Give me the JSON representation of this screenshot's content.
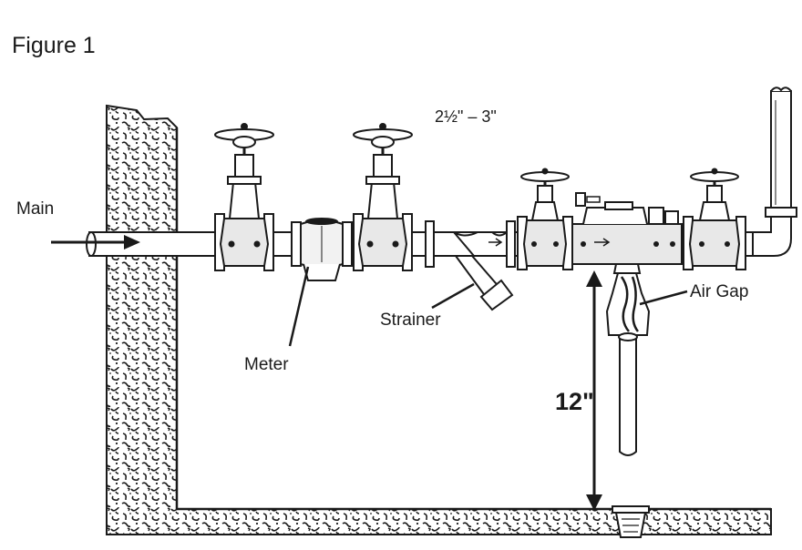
{
  "figure": {
    "title": "Figure 1",
    "size_note": "2½\" – 3\""
  },
  "labels": {
    "main": "Main",
    "strainer": "Strainer",
    "meter": "Meter",
    "air_gap": "Air Gap",
    "clearance": "12\""
  },
  "colors": {
    "ink": "#1a1a1a",
    "pipe_fill": "#ffffff",
    "wall_fill": "#ffffff",
    "device_fill": "#e8e8e8",
    "meter_fill": "#f2f2f2"
  }
}
